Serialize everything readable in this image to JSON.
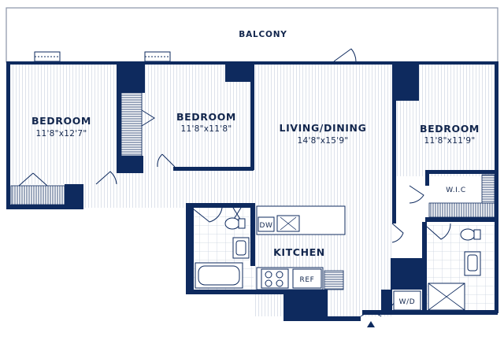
{
  "floorplan": {
    "balcony": "BALCONY",
    "bedroom_1": {
      "name": "BEDROOM",
      "dims": "11'8\"x12'7\""
    },
    "bedroom_2": {
      "name": "BEDROOM",
      "dims": "11'8\"x11'8\""
    },
    "living": {
      "name": "LIVING/DINING",
      "dims": "14'8\"x15'9\""
    },
    "bedroom_3": {
      "name": "BEDROOM",
      "dims": "11'8\"x11'9\""
    },
    "wic": "W.I.C",
    "kitchen": "KITCHEN",
    "dw": "DW",
    "ref": "REF",
    "wd": "W/D"
  },
  "colors": {
    "wall": "#0e2a5e",
    "floor_lines": "#cfd6e4",
    "tile": "#c7cfdd",
    "text": "#12264d"
  }
}
